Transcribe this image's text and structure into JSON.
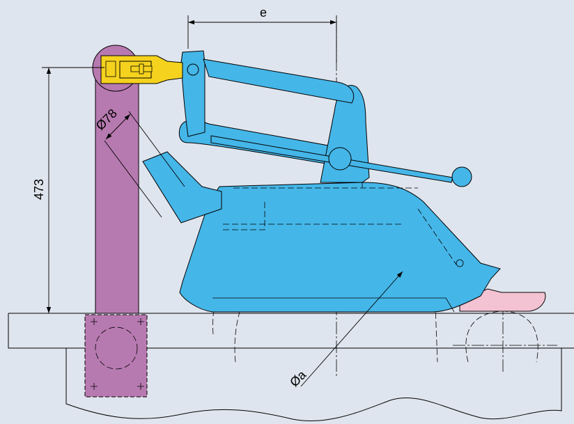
{
  "dimensions": {
    "e": "e",
    "height": "473",
    "pipe_diameter": "Ø78",
    "wheel_diameter": "Øa"
  },
  "colors": {
    "background": "#dfe5ee",
    "machine_body": "#45b6e8",
    "clamp": "#f5d21e",
    "pipe": "#b77ab0",
    "guide_plate": "#f4c3d3",
    "outline": "#000000"
  }
}
